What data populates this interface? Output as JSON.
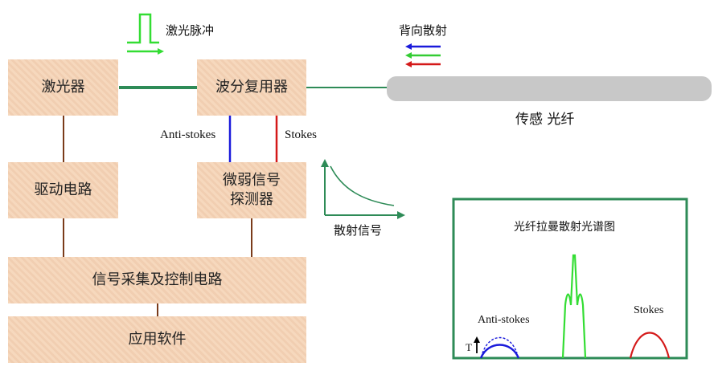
{
  "colors": {
    "box_fill": "#f6d8bd",
    "fiber_gray": "#c8c8c8",
    "green_line": "#2e8b57",
    "brown_line": "#7a3b1a",
    "anti_stokes_blue": "#1a1adb",
    "stokes_red": "#d41919",
    "pulse_green": "#33dd33"
  },
  "blocks": {
    "laser": "激光器",
    "wdm": "波分复用器",
    "driver": "驱动电路",
    "detector": "微弱信号\n探测器",
    "acquisition": "信号采集及控制电路",
    "software": "应用软件"
  },
  "labels": {
    "laser_pulse": "激光脉冲",
    "backscatter": "背向散射",
    "sensing_fiber": "传感 光纤",
    "anti_stokes": "Anti-stokes",
    "stokes": "Stokes",
    "scatter_signal": "散射信号"
  },
  "spectrum": {
    "title": "光纤拉曼散射光谱图",
    "anti_stokes_label": "Anti-stokes",
    "stokes_label": "Stokes",
    "t_label": "T"
  },
  "icons": [
    "laser-pulse-icon",
    "backscatter-arrows-icon",
    "decay-curve-icon"
  ]
}
